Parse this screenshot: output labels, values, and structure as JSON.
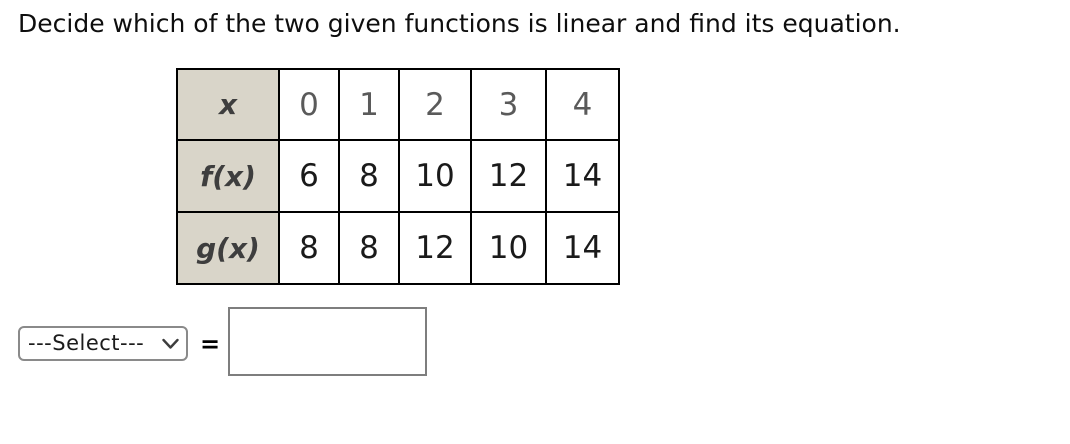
{
  "title": "Decide which of the two given functions is linear and find its equation.",
  "table": {
    "rows": [
      {
        "label": "x",
        "values": [
          "0",
          "1",
          "2",
          "3",
          "4"
        ]
      },
      {
        "label": "f(x)",
        "values": [
          "6",
          "8",
          "10",
          "12",
          "14"
        ]
      },
      {
        "label": "g(x)",
        "values": [
          "8",
          "8",
          "12",
          "10",
          "14"
        ]
      }
    ]
  },
  "answer": {
    "select_label": "---Select---",
    "equals": "=",
    "input_value": ""
  },
  "icons": {
    "chevron_down": "chevron-down"
  },
  "colors": {
    "header_bg": "#d9d5c9",
    "table_border": "#000000",
    "select_border": "#8a8a8a",
    "input_border": "#7e7e7e",
    "x_row_text": "#5a5a5a",
    "value_text": "#1a1a1a"
  }
}
